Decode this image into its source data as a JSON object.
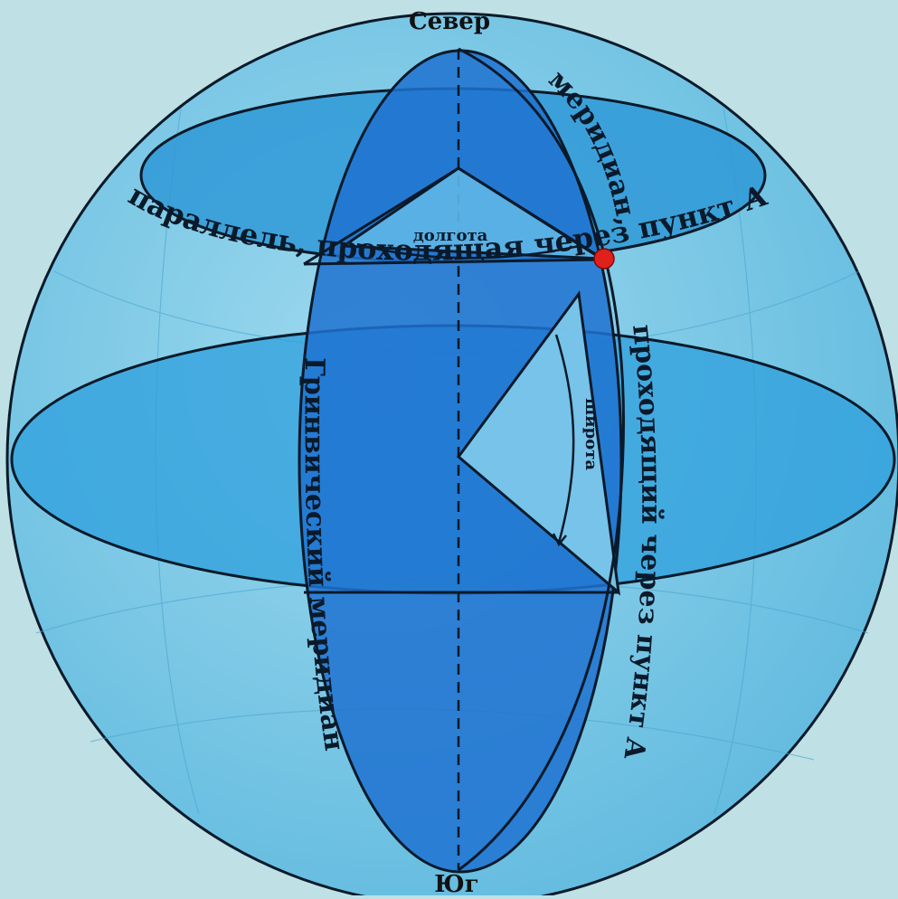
{
  "labels": {
    "north": "Север",
    "south": "Юг",
    "parallel": "параллель, проходящая через пункт А",
    "meridian_a_upper": "меридиан,",
    "meridian_a_lower": "проходящий через пункт А",
    "greenwich": "Гринвический меридиан",
    "longitude": "долгота",
    "latitude": "широта"
  },
  "colors": {
    "background": "#bfe0e4",
    "globe": "#7fcbe6",
    "plane": "#2e9fdc",
    "meridian": "#1f72d0",
    "outline": "#0a1a2a",
    "point": "#e0201a"
  }
}
